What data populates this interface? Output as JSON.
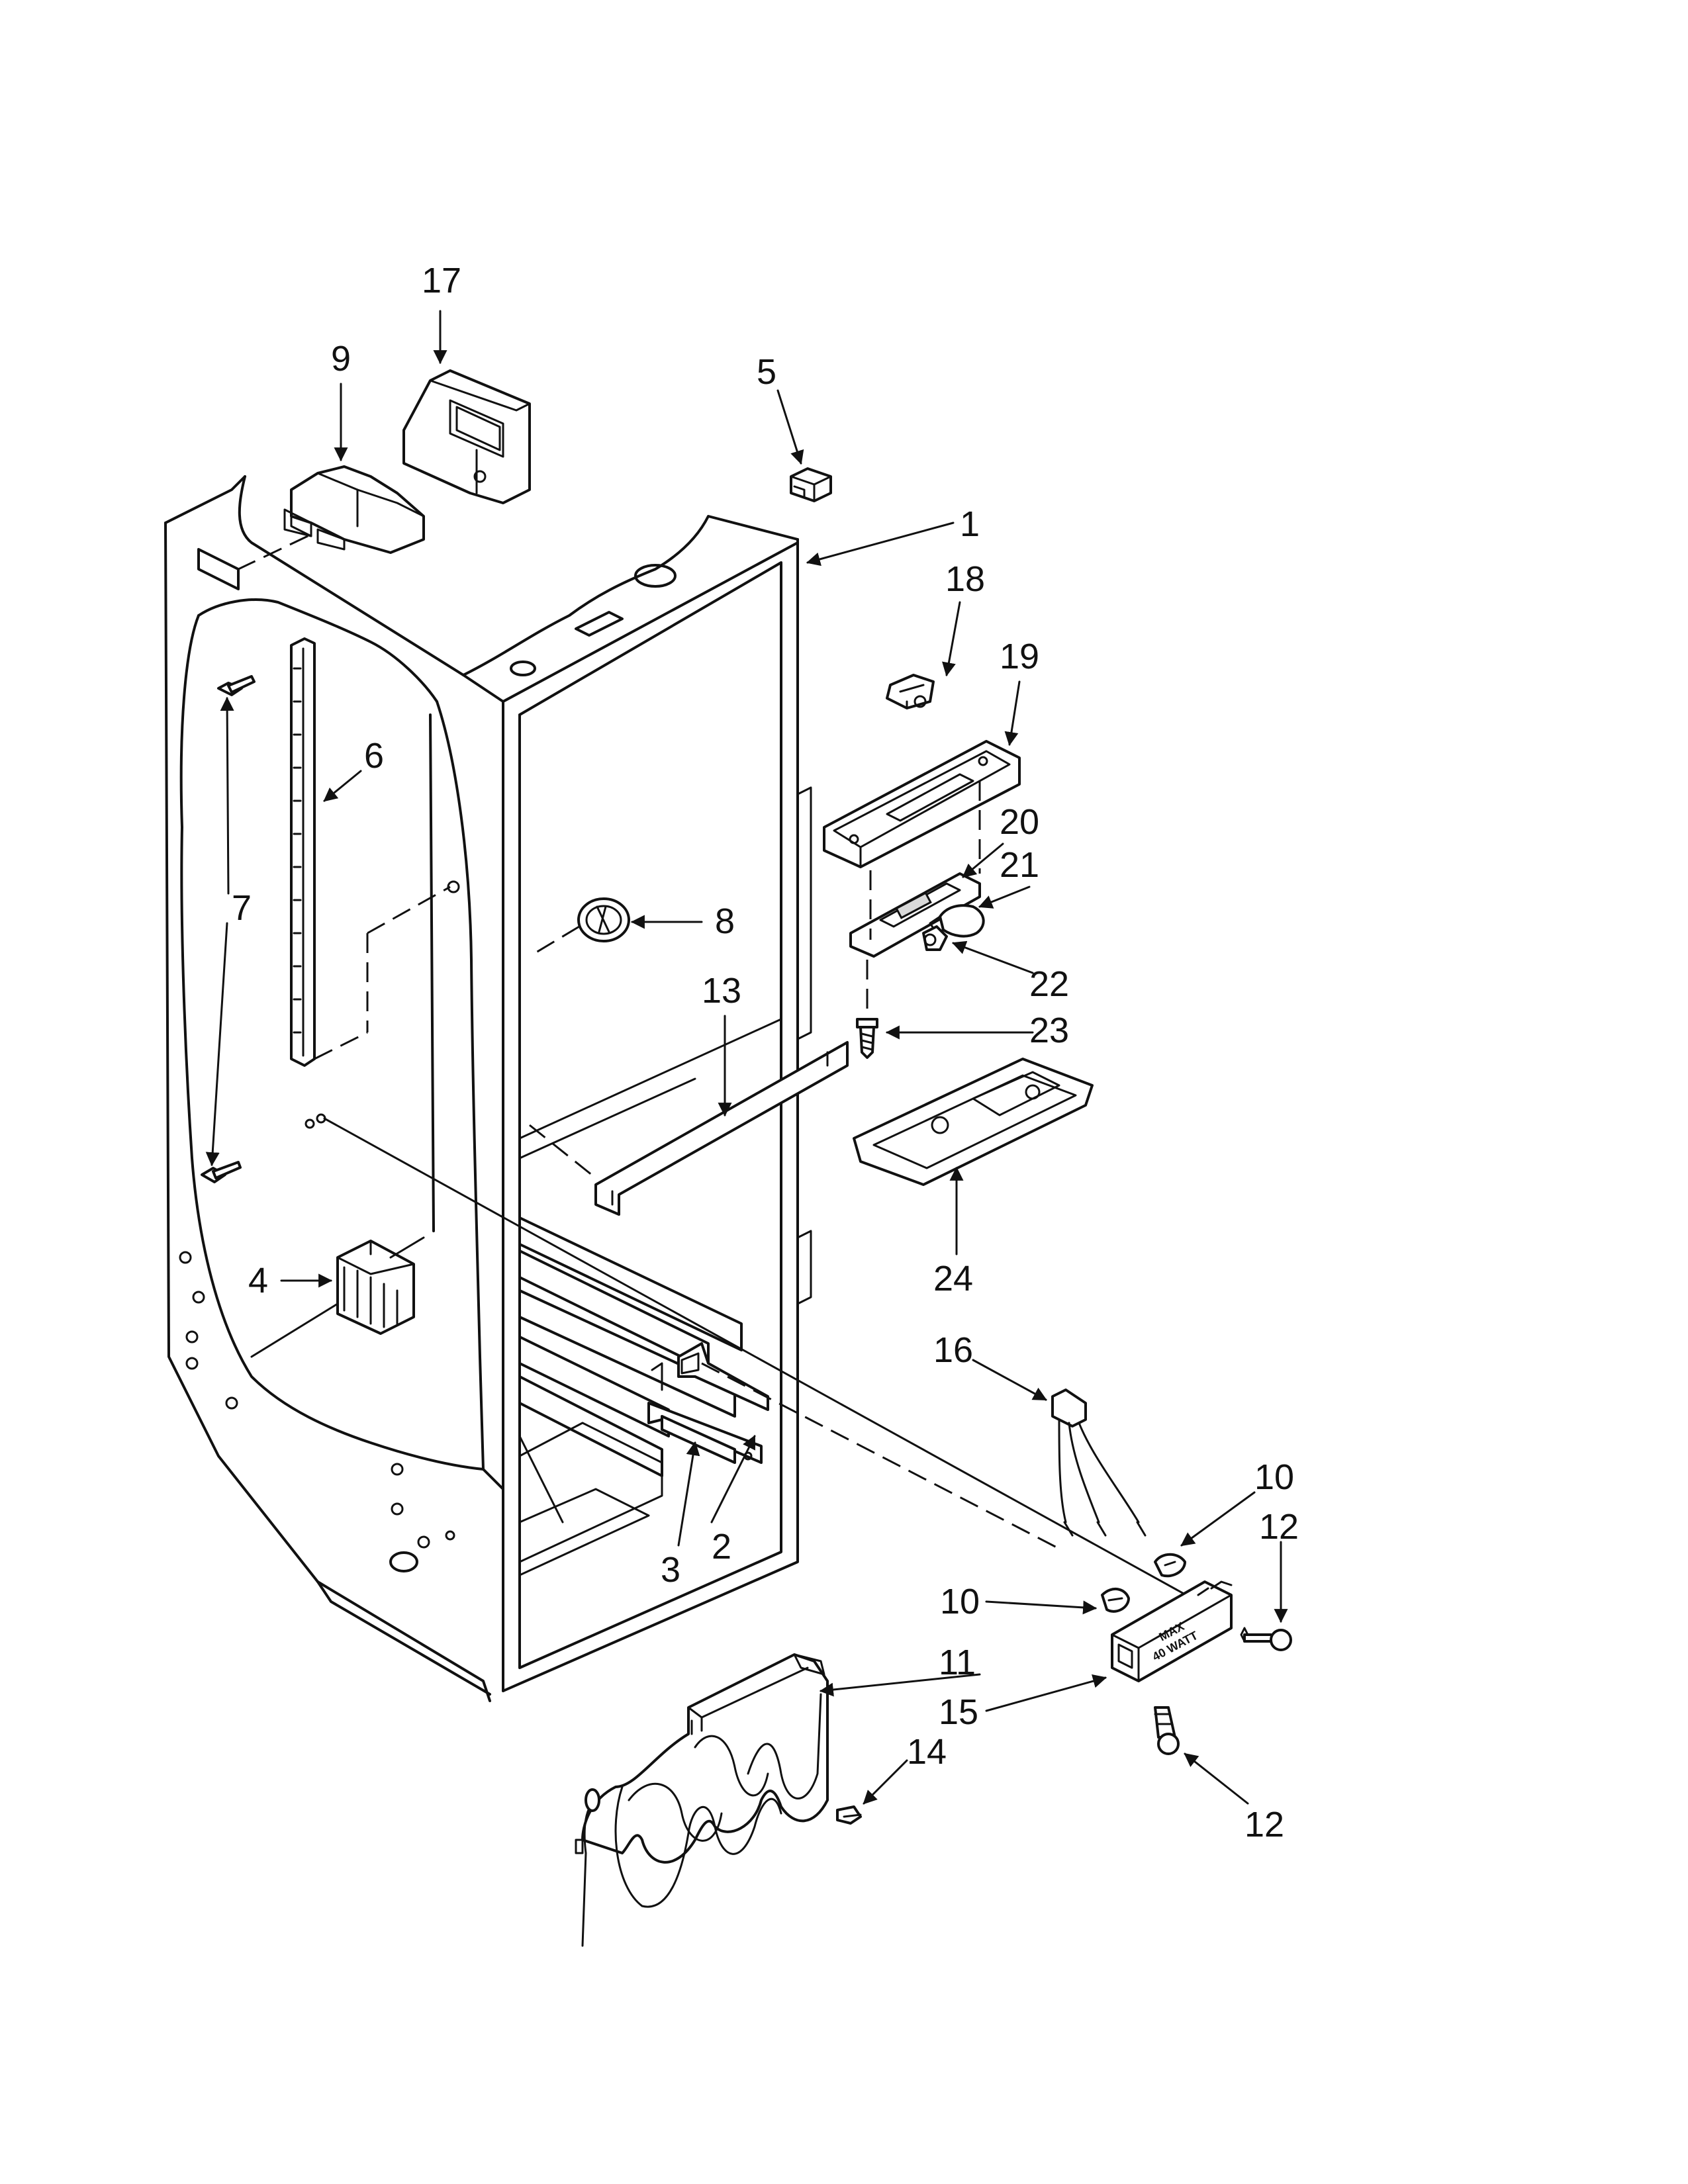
{
  "callouts": {
    "c1": "1",
    "c2": "2",
    "c3": "3",
    "c4": "4",
    "c5": "5",
    "c6": "6",
    "c7": "7",
    "c8": "8",
    "c9": "9",
    "c10a": "10",
    "c10b": "10",
    "c11": "11",
    "c12a": "12",
    "c12b": "12",
    "c13": "13",
    "c14": "14",
    "c15": "15",
    "c16": "16",
    "c17": "17",
    "c18": "18",
    "c19": "19",
    "c20": "20",
    "c21": "21",
    "c22": "22",
    "c23": "23",
    "c24": "24"
  },
  "part_text": {
    "max": "MAX",
    "watt": "40 WATT"
  }
}
